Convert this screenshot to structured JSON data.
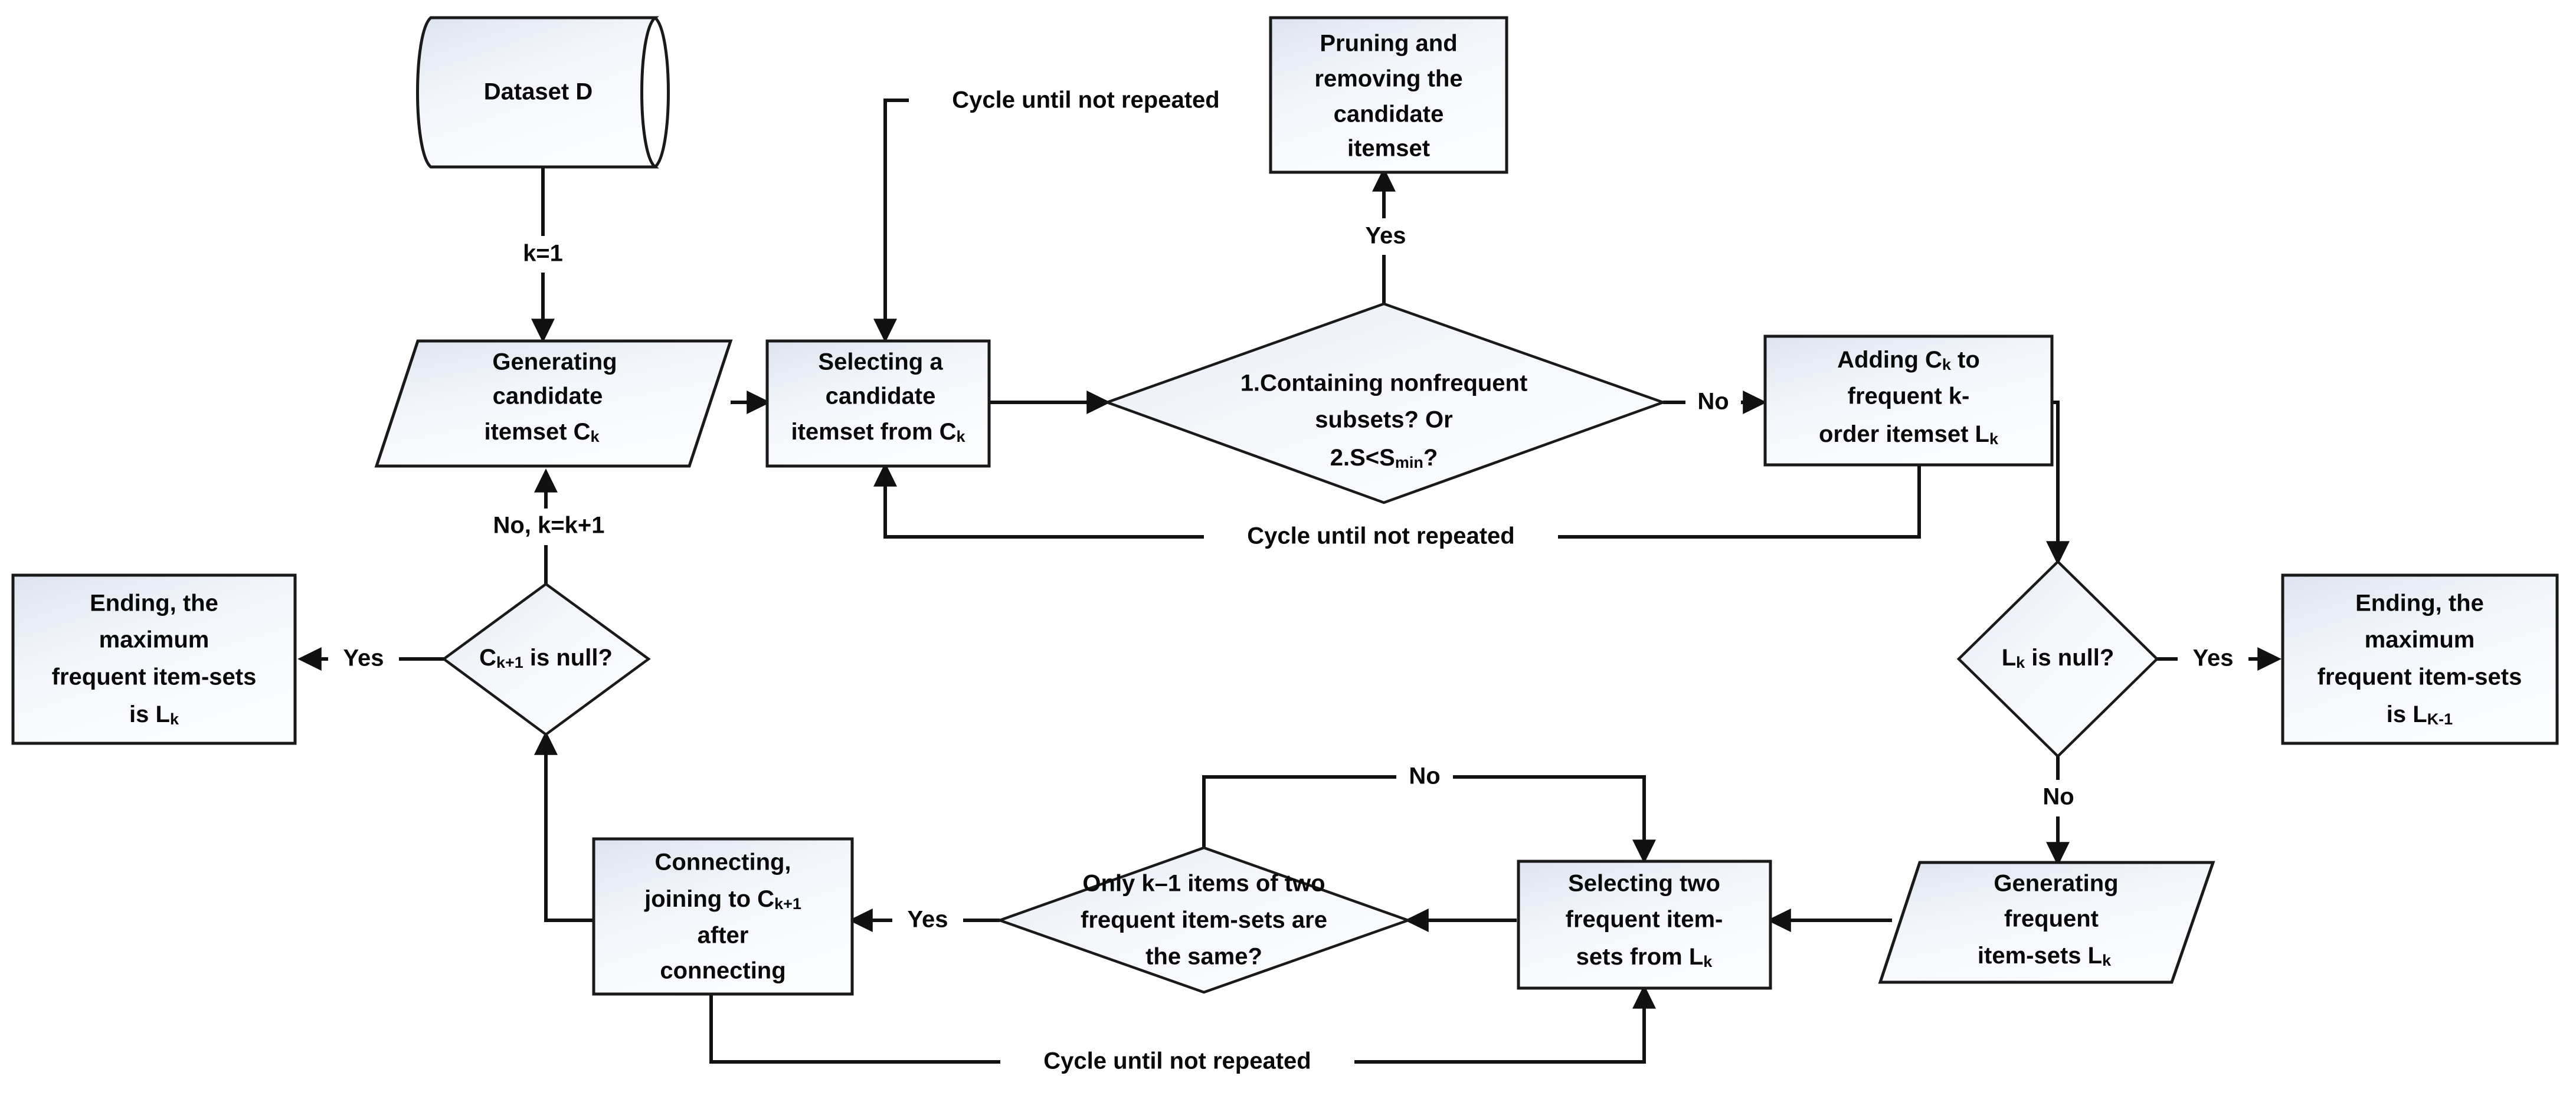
{
  "diagram": {
    "title": "Apriori algorithm flowchart",
    "colors": {
      "node_fill_light": "#f7f9fc",
      "node_fill_dark": "#dde3ef",
      "node_stroke": "#1a1a1a",
      "edge_stroke": "#111111",
      "text": "#0a0a0a",
      "background": "#ffffff"
    },
    "nodes": [
      {
        "id": "dataset",
        "shape": "cylinder",
        "lines": [
          "Dataset D"
        ]
      },
      {
        "id": "generate-candidate",
        "shape": "parallelogram",
        "lines": [
          "Generating",
          "candidate",
          "itemset C",
          "k"
        ],
        "line1": "Generating",
        "line2": "candidate",
        "line3_base": "itemset C",
        "line3_sub": "k"
      },
      {
        "id": "select-candidate",
        "shape": "rect",
        "line1": "Selecting a",
        "line2": "candidate",
        "line3_base": "itemset from C",
        "line3_sub": "k"
      },
      {
        "id": "condition-nonfrequent",
        "shape": "diamond",
        "line1": "1.Containing nonfrequent",
        "line2": "subsets? Or",
        "line3_base": "2.S<S",
        "line3_sub": "min",
        "line3_tail": "?"
      },
      {
        "id": "prune-remove",
        "shape": "rect",
        "line1": "Pruning and",
        "line2": "removing the",
        "line3": "candidate",
        "line4": "itemset"
      },
      {
        "id": "add-ck-to-lk",
        "shape": "rect",
        "line1_base": "Adding C",
        "line1_sub": "k",
        "line1_tail": " to",
        "line2": "frequent k-",
        "line3_base": "order itemset L",
        "line3_sub": "k"
      },
      {
        "id": "lk-is-null",
        "shape": "diamond",
        "line1_base": "L",
        "line1_sub": "k",
        "line1_tail": " is null?"
      },
      {
        "id": "ending-lk-1",
        "shape": "rect",
        "line1": "Ending, the",
        "line2": "maximum",
        "line3": "frequent item-sets",
        "line4_base": "is L",
        "line4_sub": "K-1"
      },
      {
        "id": "generate-frequent-lk",
        "shape": "parallelogram",
        "line1": "Generating",
        "line2": "frequent",
        "line3_base": "item-sets L",
        "line3_sub": "k"
      },
      {
        "id": "select-two-frequent",
        "shape": "rect",
        "line1": "Selecting two",
        "line2": "frequent item-",
        "line3_base": "sets from L",
        "line3_sub": "k"
      },
      {
        "id": "only-k-1-same",
        "shape": "diamond",
        "line1": "Only k–1 items of two",
        "line2": "frequent item-sets are",
        "line3": "the same?"
      },
      {
        "id": "connecting-joining",
        "shape": "rect",
        "line1": "Connecting,",
        "line2_base": "joining to C",
        "line2_sub": "k+1",
        "line3": "after",
        "line4": "connecting"
      },
      {
        "id": "ck1-is-null",
        "shape": "diamond",
        "line1_base": "C",
        "line1_sub": "k+1",
        "line1_tail": " is null?"
      },
      {
        "id": "ending-lk",
        "shape": "rect",
        "line1": "Ending, the",
        "line2": "maximum",
        "line3": "frequent item-sets",
        "line4_base": "is L",
        "line4_sub": "k"
      }
    ],
    "edge_labels": {
      "k_equals_1": "k=1",
      "cycle_top": "Cycle until not repeated",
      "yes_prune": "Yes",
      "no_add": "No",
      "cycle_middle": "Cycle until not repeated",
      "yes_lk_null": "Yes",
      "no_lk_null": "No",
      "no_only_k1": "No",
      "yes_only_k1": "Yes",
      "cycle_bottom": "Cycle until not repeated",
      "yes_ck1_null": "Yes",
      "no_k_increment": "No, k=k+1"
    }
  }
}
